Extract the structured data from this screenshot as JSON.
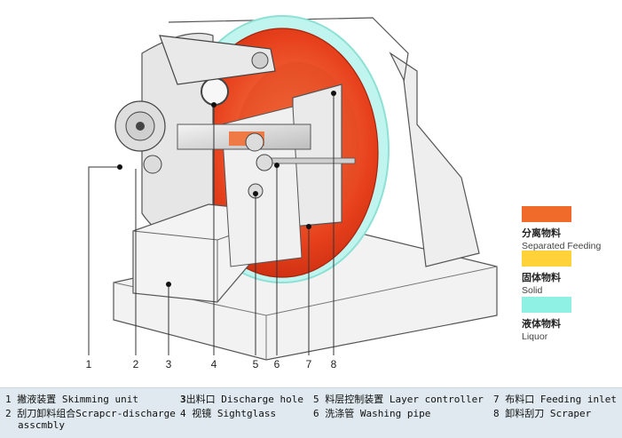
{
  "legend": [
    {
      "cn": "分离物料",
      "en": "Separated Feeding",
      "color": "#f06a2a"
    },
    {
      "cn": "固体物料",
      "en": "Solid",
      "color": "#ffd23a"
    },
    {
      "cn": "液体物料",
      "en": "Liquor",
      "color": "#8ff0e4"
    }
  ],
  "callout_numbers": [
    "1",
    "2",
    "3",
    "4",
    "5",
    "6",
    "7",
    "8"
  ],
  "parts": [
    {
      "num": "1",
      "cn": "撇液装置",
      "en": "Skimming unit"
    },
    {
      "num": "2",
      "cn": "刮刀卸料组合",
      "en": "Scrapcr-discharge",
      "en2": "asscmbly"
    },
    {
      "num": "3",
      "cn": "出料口",
      "en": "Discharge hole"
    },
    {
      "num": "4",
      "cn": "视镜",
      "en": "Sightglass"
    },
    {
      "num": "5",
      "cn": "料层控制装置",
      "en": "Layer controller"
    },
    {
      "num": "6",
      "cn": "洗涤管",
      "en": "Washing pipe"
    },
    {
      "num": "7",
      "cn": "布料口",
      "en": "Feeding inlet"
    },
    {
      "num": "8",
      "cn": "卸料刮刀",
      "en": "Scraper"
    }
  ]
}
